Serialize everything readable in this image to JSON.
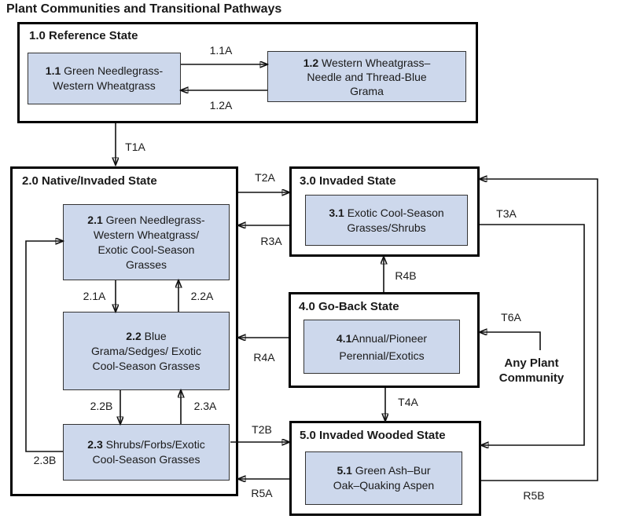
{
  "title": "Plant Communities and Transitional Pathways",
  "colors": {
    "community_fill": "#cdd8ec",
    "state_border": "#000000",
    "arrow": "#111111"
  },
  "states": {
    "s1": {
      "label": "1.0 Reference State"
    },
    "s2": {
      "label": "2.0 Native/Invaded State"
    },
    "s3": {
      "label": "3.0 Invaded State"
    },
    "s4": {
      "label": "4.0 Go-Back State"
    },
    "s5": {
      "label": "5.0 Invaded Wooded State"
    }
  },
  "communities": {
    "c11": {
      "id": "1.1",
      "line1": " Green Needlegrass-",
      "line2": "Western Wheatgrass"
    },
    "c12": {
      "id": "1.2",
      "line1": " Western Wheatgrass–",
      "line2": "Needle and Thread-Blue",
      "line3": "Grama"
    },
    "c21": {
      "id": "2.1",
      "line1": " Green Needlegrass-",
      "line2": "Western Wheatgrass/",
      "line3": "Exotic Cool-Season",
      "line4": "Grasses"
    },
    "c22": {
      "id": "2.2",
      "line1": " Blue",
      "line2": "Grama/Sedges/ Exotic",
      "line3": "Cool-Season Grasses"
    },
    "c23": {
      "id": "2.3",
      "line1": " Shrubs/Forbs/Exotic",
      "line2": "Cool-Season Grasses"
    },
    "c31": {
      "id": "3.1",
      "line1": " Exotic Cool-Season",
      "line2": "Grasses/Shrubs"
    },
    "c41": {
      "id": "4.1",
      "line1": "Annual/Pioneer",
      "line2": "Perennial/Exotics"
    },
    "c51": {
      "id": "5.1",
      "line1": " Green Ash–Bur",
      "line2": "Oak–Quaking Aspen"
    }
  },
  "pathway_labels": {
    "p11a": "1.1A",
    "p12a": "1.2A",
    "p21a": "2.1A",
    "p22a": "2.2A",
    "p22b": "2.2B",
    "p23a": "2.3A",
    "p23b": "2.3B"
  },
  "transition_labels": {
    "t1a": "T1A",
    "t2a": "T2A",
    "t2b": "T2B",
    "t3a": "T3A",
    "t4a": "T4A",
    "t6a": "T6A",
    "r3a": "R3A",
    "r4a": "R4A",
    "r4b": "R4B",
    "r5a": "R5A",
    "r5b": "R5B"
  },
  "external": {
    "any_plant_line1": "Any Plant",
    "any_plant_line2": "Community"
  }
}
